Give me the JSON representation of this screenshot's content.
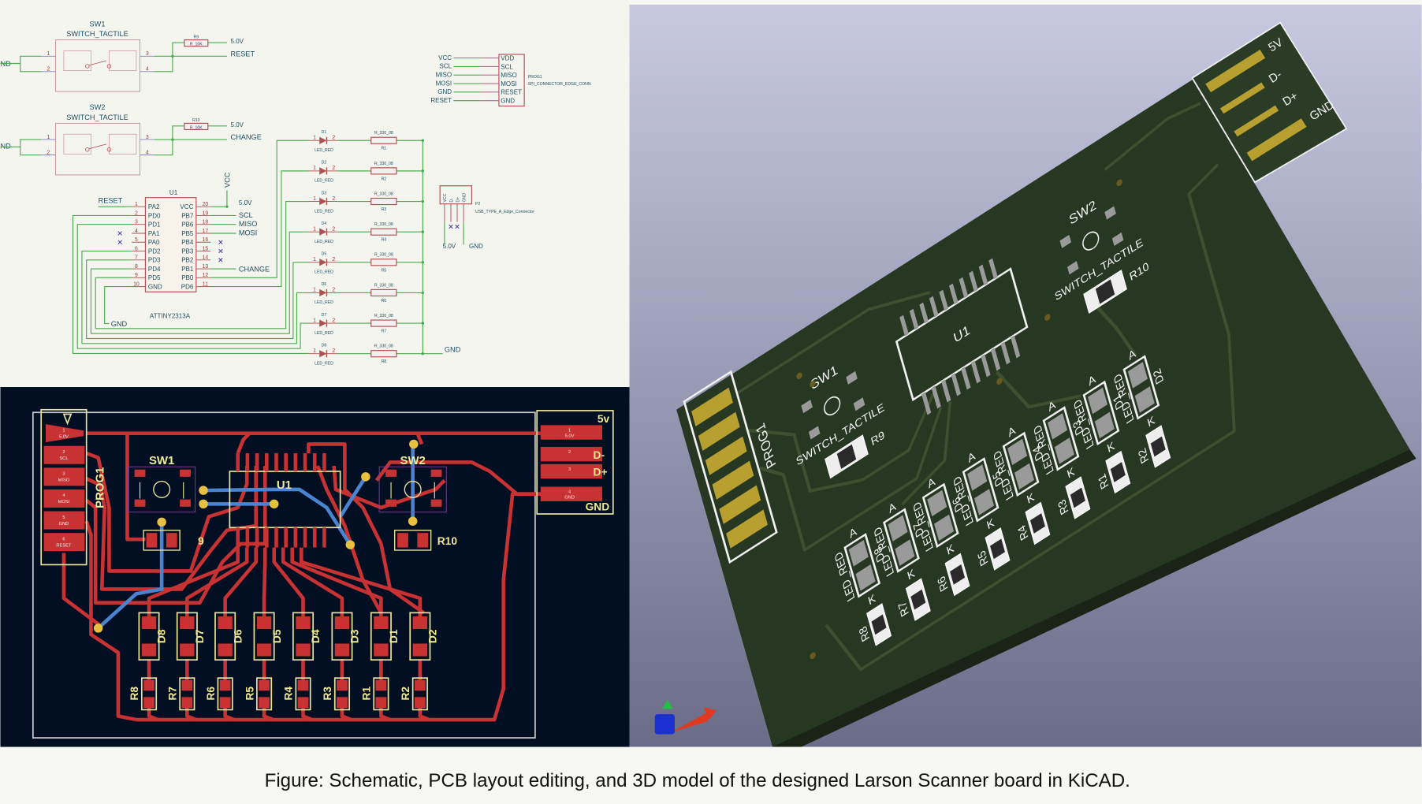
{
  "caption": "Figure: Schematic, PCB layout editing, and 3D model of the designed Larson Scanner board in KiCAD.",
  "colors": {
    "schematic_bg": "#f5f5f0",
    "wire": "#4caa4c",
    "symbol": "#b05050",
    "pcb_bg": "#020e22",
    "copper_front": "#c83232",
    "copper_back": "#4a84d0",
    "silkscreen": "#e6e29a",
    "via": "#e8c040",
    "board_3d": "#263822",
    "gold": "#b8a030"
  },
  "schematic": {
    "left_net": "ND",
    "sw1": {
      "ref": "SW1",
      "value": "SWITCH_TACTILE",
      "resistor_ref": "R9",
      "resistor_value": "R_10K",
      "net_top": "5.0V",
      "net_out": "RESET"
    },
    "sw2": {
      "ref": "SW2",
      "value": "SWITCH_TACTILE",
      "resistor_ref": "R10",
      "resistor_value": "R_10K",
      "net_top": "5.0V",
      "net_out": "CHANGE"
    },
    "switch_pins": [
      "1",
      "2",
      "3",
      "4"
    ],
    "prog1": {
      "ref": "PROG1",
      "value": "SPI_CONNECTOR_EDGE_CONN",
      "nets": [
        "VCC",
        "SCL",
        "MISO",
        "MOSI",
        "GND",
        "RESET"
      ],
      "pins": [
        "VDD",
        "SCL",
        "MISO",
        "MOSI",
        "RESET",
        "GND"
      ]
    },
    "u1": {
      "ref": "U1",
      "value": "ATTINY2313A",
      "left_pins": [
        {
          "num": "1",
          "name": "PA2"
        },
        {
          "num": "2",
          "name": "PD0"
        },
        {
          "num": "3",
          "name": "PD1"
        },
        {
          "num": "4",
          "name": "PA1"
        },
        {
          "num": "5",
          "name": "PA0"
        },
        {
          "num": "6",
          "name": "PD2"
        },
        {
          "num": "7",
          "name": "PD3"
        },
        {
          "num": "8",
          "name": "PD4"
        },
        {
          "num": "9",
          "name": "PD5"
        },
        {
          "num": "10",
          "name": "GND"
        }
      ],
      "right_pins": [
        {
          "num": "20",
          "name": "VCC"
        },
        {
          "num": "19",
          "name": "PB7"
        },
        {
          "num": "18",
          "name": "PB6"
        },
        {
          "num": "17",
          "name": "PB5"
        },
        {
          "num": "16",
          "name": "PB4"
        },
        {
          "num": "15",
          "name": "PB3"
        },
        {
          "num": "14",
          "name": "PB2"
        },
        {
          "num": "13",
          "name": "PB1"
        },
        {
          "num": "12",
          "name": "PB0"
        },
        {
          "num": "11",
          "name": "PD6"
        }
      ],
      "net_reset": "RESET",
      "net_vcc": "VCC",
      "net_5v": "5.0V",
      "net_scl": "SCL",
      "net_miso": "MISO",
      "net_mosi": "MOSI",
      "net_change": "CHANGE",
      "net_gnd": "GND"
    },
    "leds": [
      {
        "ref": "D1",
        "value": "LED_RED",
        "res_ref": "R1",
        "res_value": "R_330_08"
      },
      {
        "ref": "D2",
        "value": "LED_RED",
        "res_ref": "R2",
        "res_value": "R_330_08"
      },
      {
        "ref": "D3",
        "value": "LED_RED",
        "res_ref": "R3",
        "res_value": "R_330_08"
      },
      {
        "ref": "D4",
        "value": "LED_RED",
        "res_ref": "R4",
        "res_value": "R_330_08"
      },
      {
        "ref": "D5",
        "value": "LED_RED",
        "res_ref": "R5",
        "res_value": "R_330_08"
      },
      {
        "ref": "D6",
        "value": "LED_RED",
        "res_ref": "R6",
        "res_value": "R_330_08"
      },
      {
        "ref": "D7",
        "value": "LED_RED",
        "res_ref": "R7",
        "res_value": "R_330_08"
      },
      {
        "ref": "D8",
        "value": "LED_RED",
        "res_ref": "R8",
        "res_value": "R_330_08"
      }
    ],
    "led_pins": [
      "1",
      "2"
    ],
    "led_gnd": "GND",
    "p2": {
      "ref": "P2",
      "value": "USB_TYPE_A_Edge_Connector",
      "pins": [
        "VCC",
        "D-",
        "D+",
        "GND"
      ],
      "net_5v": "5.0V",
      "net_gnd": "GND"
    }
  },
  "pcb": {
    "prog1_ref": "PROG1",
    "prog1_pads": [
      {
        "num": "1",
        "name": "5.0V"
      },
      {
        "num": "2",
        "name": "SCL"
      },
      {
        "num": "3",
        "name": "MISO"
      },
      {
        "num": "4",
        "name": "MOSI"
      },
      {
        "num": "5",
        "name": "GND"
      },
      {
        "num": "6",
        "name": "RESET"
      }
    ],
    "usb_pads": [
      {
        "num": "1",
        "name": "5.0V"
      },
      {
        "num": "2",
        "name": ""
      },
      {
        "num": "3",
        "name": ""
      },
      {
        "num": "4",
        "name": "GND"
      }
    ],
    "usb_labels": [
      "5v",
      "D-",
      "D+",
      "GND"
    ],
    "sw1": "SW1",
    "sw2": "SW2",
    "u1": "U1",
    "r9_label": "9",
    "r10_label": "R10",
    "led_labels": [
      "D8",
      "D7",
      "D6",
      "D5",
      "D4",
      "D3",
      "D1",
      "D2"
    ],
    "res_labels": [
      "R8",
      "R7",
      "R6",
      "R5",
      "R4",
      "R3",
      "R1",
      "R2"
    ]
  },
  "model3d": {
    "prog1": "PROG1",
    "sw1": "SW1",
    "sw2": "SW2",
    "switch_value": "SWITCH_TACTILE",
    "r9": "R9",
    "r10": "R10",
    "u1": "U1",
    "led_value": "LED_RED",
    "anode": "A",
    "cathode": "K",
    "led_labels": [
      "D8",
      "D7",
      "D6",
      "D5",
      "D4",
      "D3",
      "D1",
      "D2"
    ],
    "res_labels": [
      "R8",
      "R7",
      "R6",
      "R5",
      "R4",
      "R3",
      "R1",
      "R2"
    ],
    "usb_labels": [
      "5V",
      "D-",
      "D+",
      "GND"
    ]
  }
}
